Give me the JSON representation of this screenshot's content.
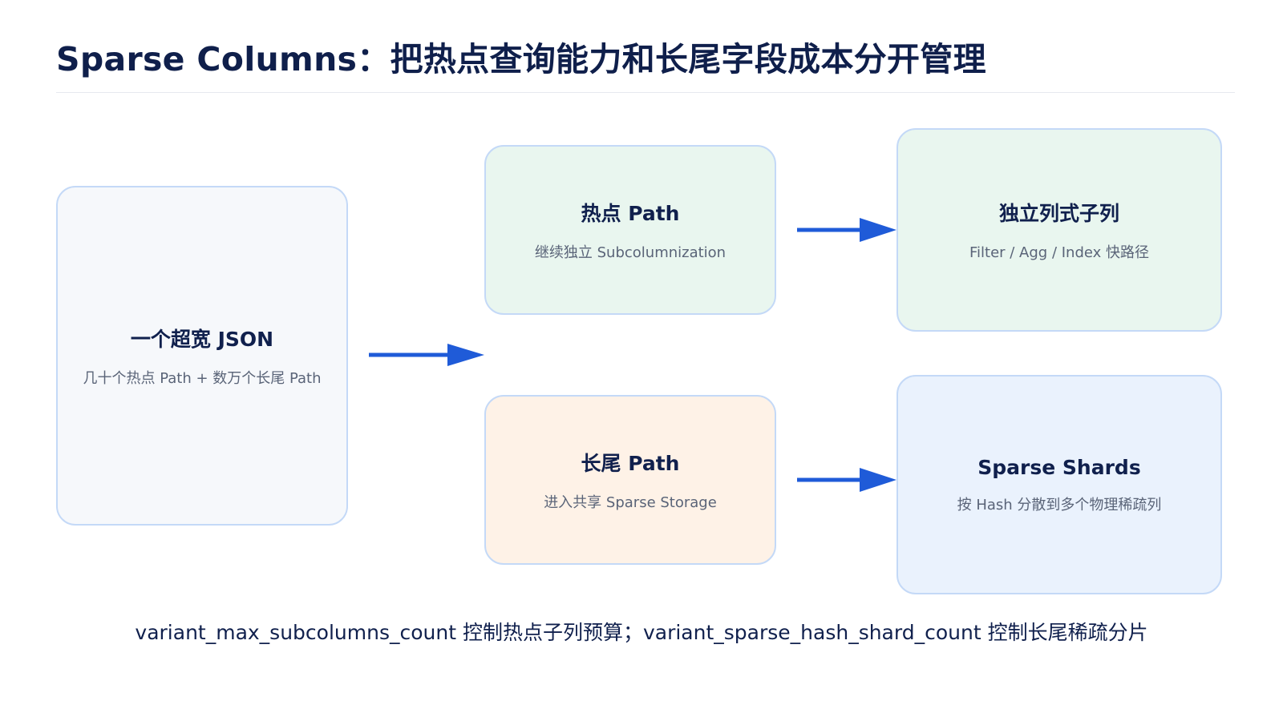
{
  "title": "Sparse Columns：把热点查询能力和长尾字段成本分开管理",
  "nodes": {
    "json": {
      "title": "一个超宽 JSON",
      "subtitle": "几十个热点 Path + 数万个长尾 Path"
    },
    "hot_path": {
      "title": "热点 Path",
      "subtitle": "继续独立 Subcolumnization"
    },
    "long_tail_path": {
      "title": "长尾 Path",
      "subtitle": "进入共享 Sparse Storage"
    },
    "independent_subcolumns": {
      "title": "独立列式子列",
      "subtitle": "Filter / Agg / Index 快路径"
    },
    "sparse_shards": {
      "title": "Sparse Shards",
      "subtitle": "按 Hash 分散到多个物理稀疏列"
    }
  },
  "footnote": "variant_max_subcolumns_count 控制热点子列预算；variant_sparse_hash_shard_count 控制长尾稀疏分片",
  "colors": {
    "arrow": "#1f5bd8",
    "node_border": "#c4d9f7",
    "neutral_fill": "#f6f8fb",
    "hot_fill": "#e9f6ef",
    "long_tail_fill": "#fef2e7",
    "sparse_fill": "#eaf2fd",
    "title_text": "#0f1f4b"
  }
}
